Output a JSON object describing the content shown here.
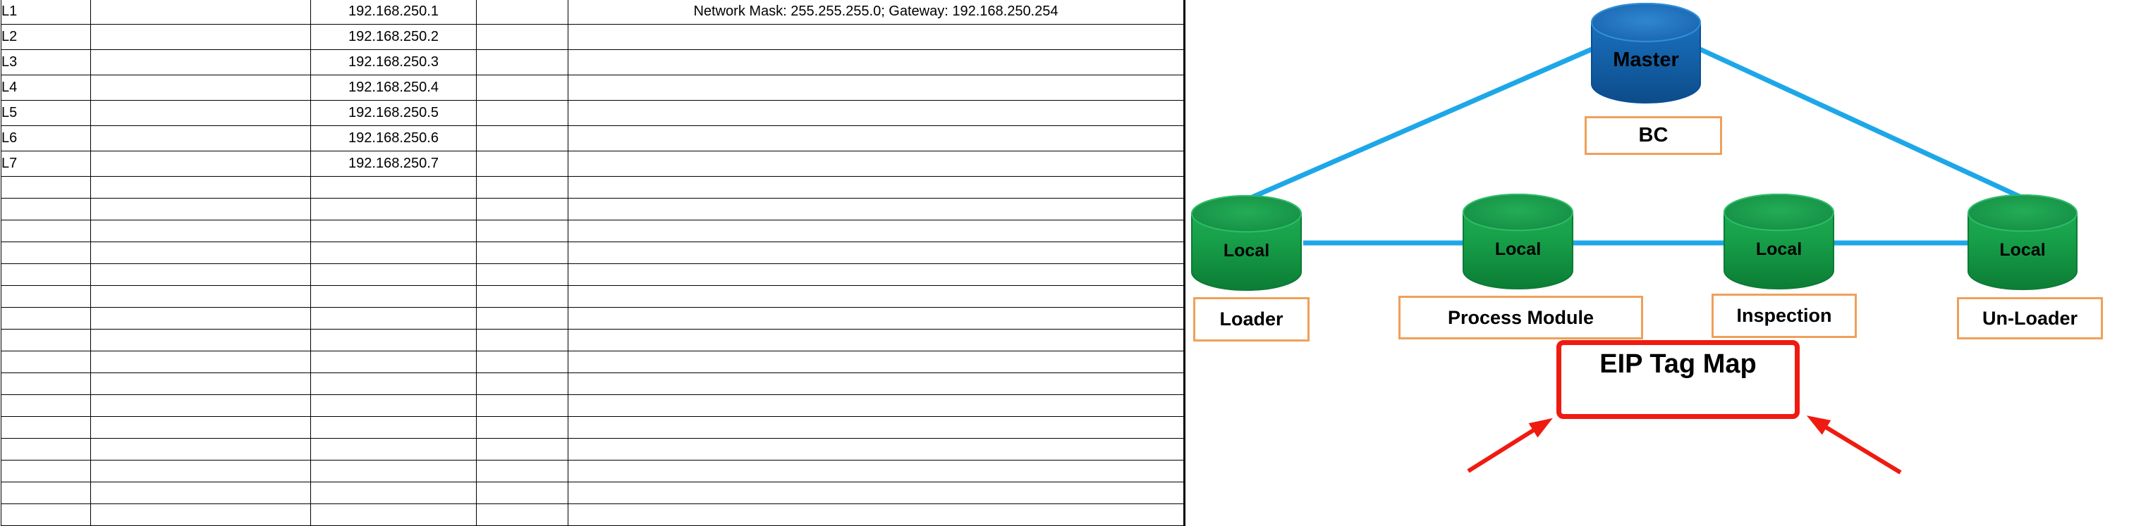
{
  "table": {
    "rows": [
      {
        "label": "L1",
        "ip": "192.168.250.1",
        "note": "Network Mask: 255.255.255.0; Gateway: 192.168.250.254"
      },
      {
        "label": "L2",
        "ip": "192.168.250.2",
        "note": ""
      },
      {
        "label": "L3",
        "ip": "192.168.250.3",
        "note": ""
      },
      {
        "label": "L4",
        "ip": "192.168.250.4",
        "note": ""
      },
      {
        "label": "L5",
        "ip": "192.168.250.5",
        "note": ""
      },
      {
        "label": "L6",
        "ip": "192.168.250.6",
        "note": ""
      },
      {
        "label": "L7",
        "ip": "192.168.250.7",
        "note": ""
      }
    ],
    "note_color": "#FF0000"
  },
  "diagram": {
    "master": {
      "label": "Master",
      "caption": "BC"
    },
    "nodes": [
      {
        "label": "Local",
        "caption": "Loader"
      },
      {
        "label": "Local",
        "caption": "Process Module"
      },
      {
        "label": "Local",
        "caption": "Inspection"
      },
      {
        "label": "Local",
        "caption": "Un-Loader"
      }
    ],
    "eip": {
      "label": "EIP Tag Map"
    },
    "colors": {
      "link_blue": "#1EA7E8",
      "orange_border": "#EFA05A",
      "red_accent": "#EF1A10",
      "master_blue": "#1565AE",
      "local_green": "#17A14A"
    }
  }
}
